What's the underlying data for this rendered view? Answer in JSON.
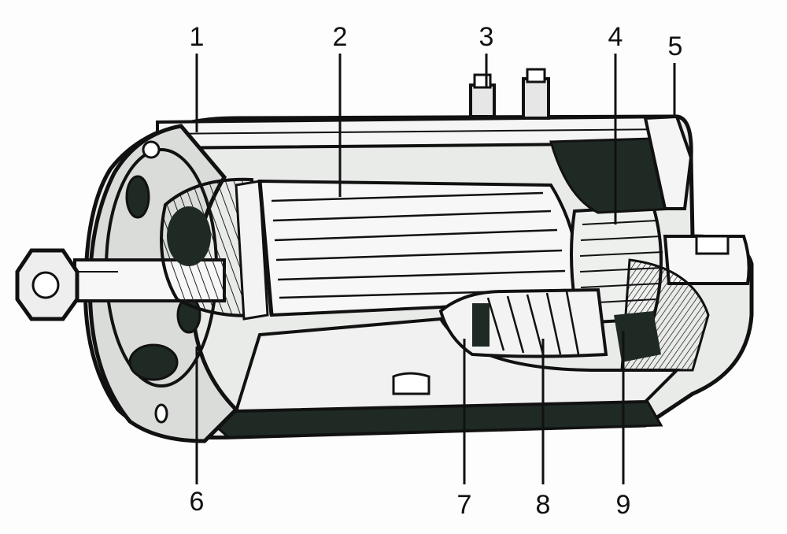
{
  "diagram": {
    "callouts": [
      {
        "id": "1",
        "label": "1"
      },
      {
        "id": "2",
        "label": "2"
      },
      {
        "id": "3",
        "label": "3"
      },
      {
        "id": "4",
        "label": "4"
      },
      {
        "id": "5",
        "label": "5"
      },
      {
        "id": "6",
        "label": "6"
      },
      {
        "id": "7",
        "label": "7"
      },
      {
        "id": "8",
        "label": "8"
      },
      {
        "id": "9",
        "label": "9"
      }
    ],
    "colors": {
      "ink": "#111111",
      "paper": "#fdfdfd",
      "shade_dark": "#1f2a24",
      "shade_mid": "#8d9490",
      "shade_light": "#e6e8e6"
    }
  }
}
